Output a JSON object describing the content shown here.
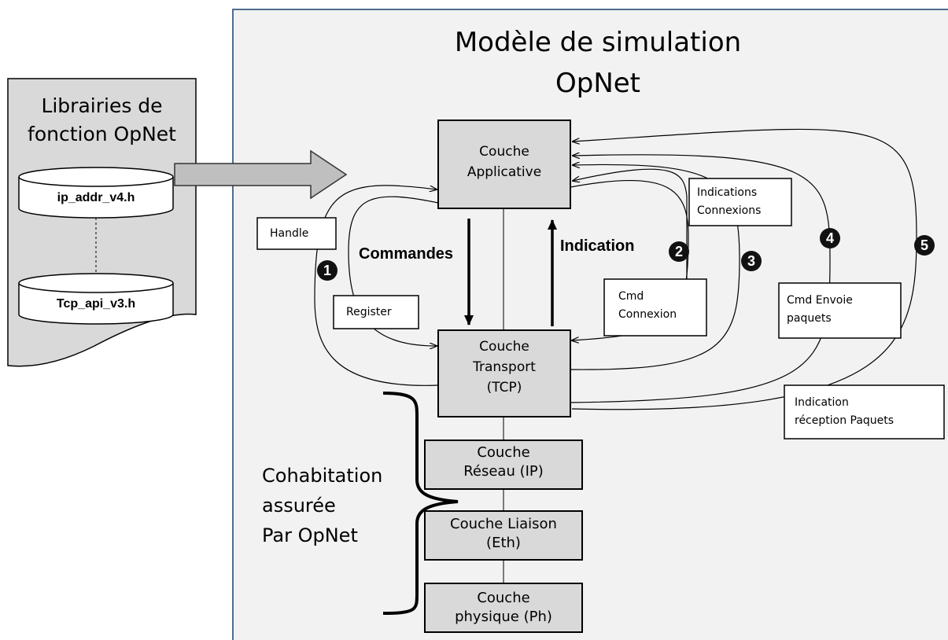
{
  "library": {
    "title": "Librairies de\nfonction OpNet",
    "files": [
      "ip_addr_v4.h",
      "Tcp_api_v3.h"
    ]
  },
  "model": {
    "title": "Modèle de simulation\nOpNet"
  },
  "layers": {
    "application": "Couche\nApplicative",
    "transport": "Couche\nTransport\n(TCP)",
    "network": "Couche\nRéseau (IP)",
    "link": "Couche Liaison\n(Eth)",
    "physical": "Couche\nphysique (Ph)"
  },
  "labels": {
    "commandes": "Commandes",
    "indication": "Indication",
    "handle": "Handle",
    "register": "Register",
    "indications_connexions": "Indications\nConnexions",
    "cmd_connexion": "Cmd\nConnexion",
    "cmd_envoie": "Cmd Envoie\npaquets",
    "indication_reception": "Indication\nréception Paquets",
    "cohabitation": "Cohabitation\nassurée\nPar OpNet"
  },
  "badges": [
    "1",
    "2",
    "3",
    "4",
    "5"
  ],
  "colors": {
    "panel_bg": "#f2f2f2",
    "panel_border": "#4f6d8f",
    "layer_fill": "#d9d9d9",
    "library_fill": "#d9d9d9",
    "arrow_fill": "#bfbfbf",
    "line": "#000000"
  }
}
